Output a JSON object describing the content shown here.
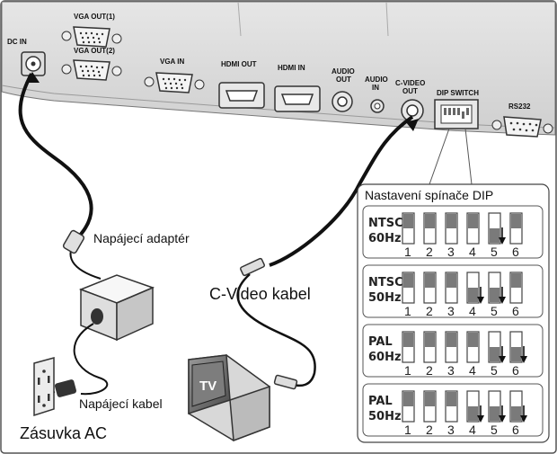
{
  "ports": {
    "dc_in": "DC IN",
    "vga_out1": "VGA OUT(1)",
    "vga_out2": "VGA OUT(2)",
    "vga_in": "VGA IN",
    "hdmi_out": "HDMI OUT",
    "hdmi_in": "HDMI IN",
    "audio_out_1": "AUDIO",
    "audio_out_2": "OUT",
    "audio_in_1": "AUDIO",
    "audio_in_2": "IN",
    "cvideo_out_1": "C-VIDEO",
    "cvideo_out_2": "OUT",
    "dip_switch": "DIP SWITCH",
    "rs232": "RS232"
  },
  "labels": {
    "power_adapter": "Napájecí adaptér",
    "cvideo_cable": "C-Video kabel",
    "power_cable": "Napájecí kabel",
    "ac_outlet": "Zásuvka AC",
    "tv": "TV"
  },
  "dip": {
    "title": "Nastavení spínače DIP",
    "numbers": [
      "1",
      "2",
      "3",
      "4",
      "5",
      "6"
    ],
    "settings": [
      {
        "line1": "NTSC",
        "line2": "60Hz",
        "down": [
          false,
          false,
          false,
          false,
          true,
          false
        ]
      },
      {
        "line1": "NTSC",
        "line2": "50Hz",
        "down": [
          false,
          false,
          false,
          true,
          true,
          false
        ]
      },
      {
        "line1": "PAL",
        "line2": "60Hz",
        "down": [
          false,
          false,
          false,
          false,
          true,
          true
        ]
      },
      {
        "line1": "PAL",
        "line2": "50Hz",
        "down": [
          false,
          false,
          false,
          true,
          true,
          true
        ]
      }
    ]
  }
}
